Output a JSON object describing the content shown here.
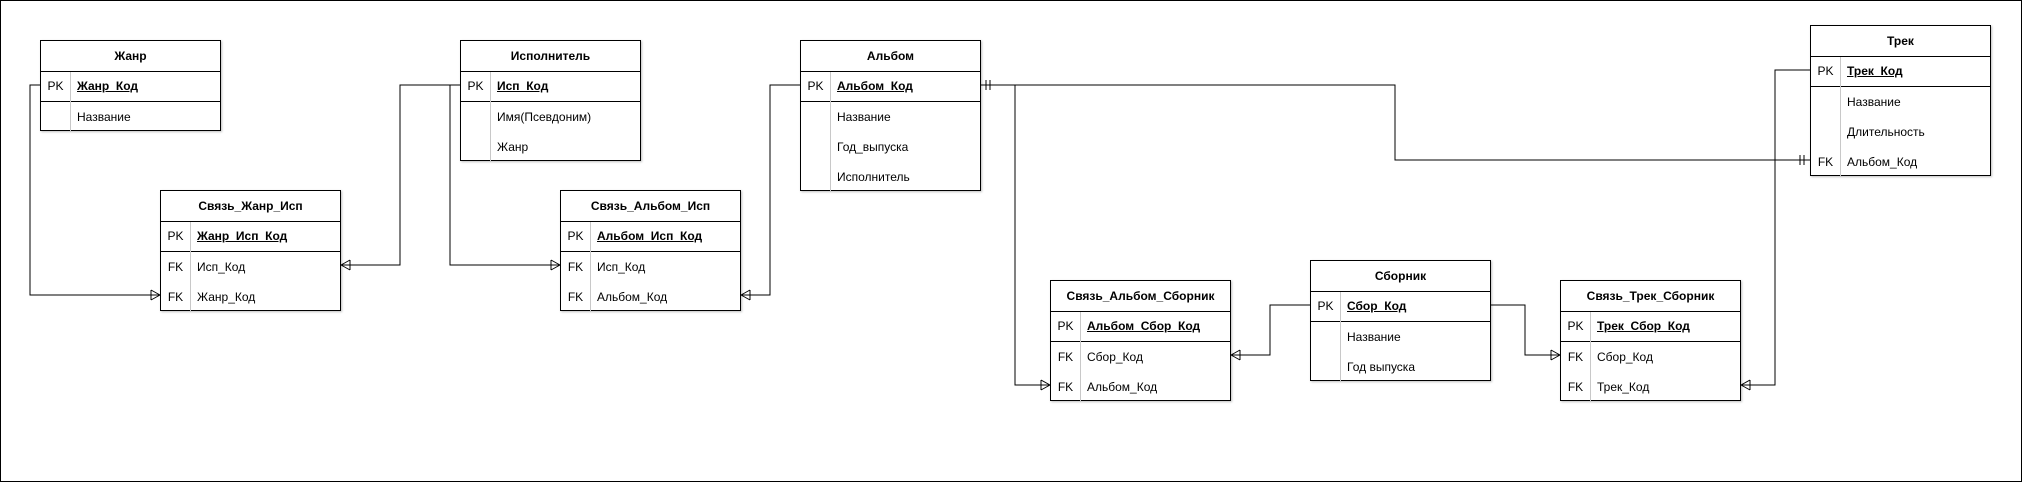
{
  "entities": {
    "genre": {
      "title": "Жанр",
      "rows": [
        {
          "key": "PK",
          "field": "Жанр_Код"
        },
        {
          "key": "",
          "field": "Название"
        }
      ]
    },
    "artist": {
      "title": "Исполнитель",
      "rows": [
        {
          "key": "PK",
          "field": "Исп_Код"
        },
        {
          "key": "",
          "field": "Имя(Псевдоним)"
        },
        {
          "key": "",
          "field": "Жанр"
        }
      ]
    },
    "album": {
      "title": "Альбом",
      "rows": [
        {
          "key": "PK",
          "field": "Альбом_Код"
        },
        {
          "key": "",
          "field": "Название"
        },
        {
          "key": "",
          "field": "Год_выпуска"
        },
        {
          "key": "",
          "field": "Исполнитель"
        }
      ]
    },
    "track": {
      "title": "Трек",
      "rows": [
        {
          "key": "PK",
          "field": "Трек_Код"
        },
        {
          "key": "",
          "field": "Название"
        },
        {
          "key": "",
          "field": "Длительность"
        },
        {
          "key": "FK",
          "field": "Альбом_Код"
        }
      ]
    },
    "genre_artist": {
      "title": "Связь_Жанр_Исп",
      "rows": [
        {
          "key": "PK",
          "field": "Жанр_Исп_Код"
        },
        {
          "key": "FK",
          "field": "Исп_Код"
        },
        {
          "key": "FK",
          "field": "Жанр_Код"
        }
      ]
    },
    "album_artist": {
      "title": "Связь_Альбом_Исп",
      "rows": [
        {
          "key": "PK",
          "field": "Альбом_Исп_Код"
        },
        {
          "key": "FK",
          "field": "Исп_Код"
        },
        {
          "key": "FK",
          "field": "Альбом_Код"
        }
      ]
    },
    "album_collection": {
      "title": "Связь_Альбом_Сборник",
      "rows": [
        {
          "key": "PK",
          "field": "Альбом_Сбор_Код"
        },
        {
          "key": "FK",
          "field": "Сбор_Код"
        },
        {
          "key": "FK",
          "field": "Альбом_Код"
        }
      ]
    },
    "collection": {
      "title": "Сборник",
      "rows": [
        {
          "key": "PK",
          "field": "Сбор_Код"
        },
        {
          "key": "",
          "field": "Название"
        },
        {
          "key": "",
          "field": "Год выпуска"
        }
      ]
    },
    "track_collection": {
      "title": "Связь_Трек_Сборник",
      "rows": [
        {
          "key": "PK",
          "field": "Трек_Сбор_Код"
        },
        {
          "key": "FK",
          "field": "Сбор_Код"
        },
        {
          "key": "FK",
          "field": "Трек_Код"
        }
      ]
    }
  },
  "relationships": [
    {
      "from": "genre",
      "to": "genre_artist",
      "from_card": "one",
      "to_card": "many"
    },
    {
      "from": "artist",
      "to": "genre_artist",
      "from_card": "one",
      "to_card": "many"
    },
    {
      "from": "artist",
      "to": "album_artist",
      "from_card": "one",
      "to_card": "many"
    },
    {
      "from": "album",
      "to": "album_artist",
      "from_card": "one",
      "to_card": "many"
    },
    {
      "from": "album",
      "to": "track",
      "from_card": "one-mandatory",
      "to_card": "one-mandatory"
    },
    {
      "from": "album",
      "to": "album_collection",
      "from_card": "one",
      "to_card": "many"
    },
    {
      "from": "collection",
      "to": "album_collection",
      "from_card": "one",
      "to_card": "many"
    },
    {
      "from": "collection",
      "to": "track_collection",
      "from_card": "one",
      "to_card": "many"
    },
    {
      "from": "track",
      "to": "track_collection",
      "from_card": "one",
      "to_card": "many"
    }
  ]
}
